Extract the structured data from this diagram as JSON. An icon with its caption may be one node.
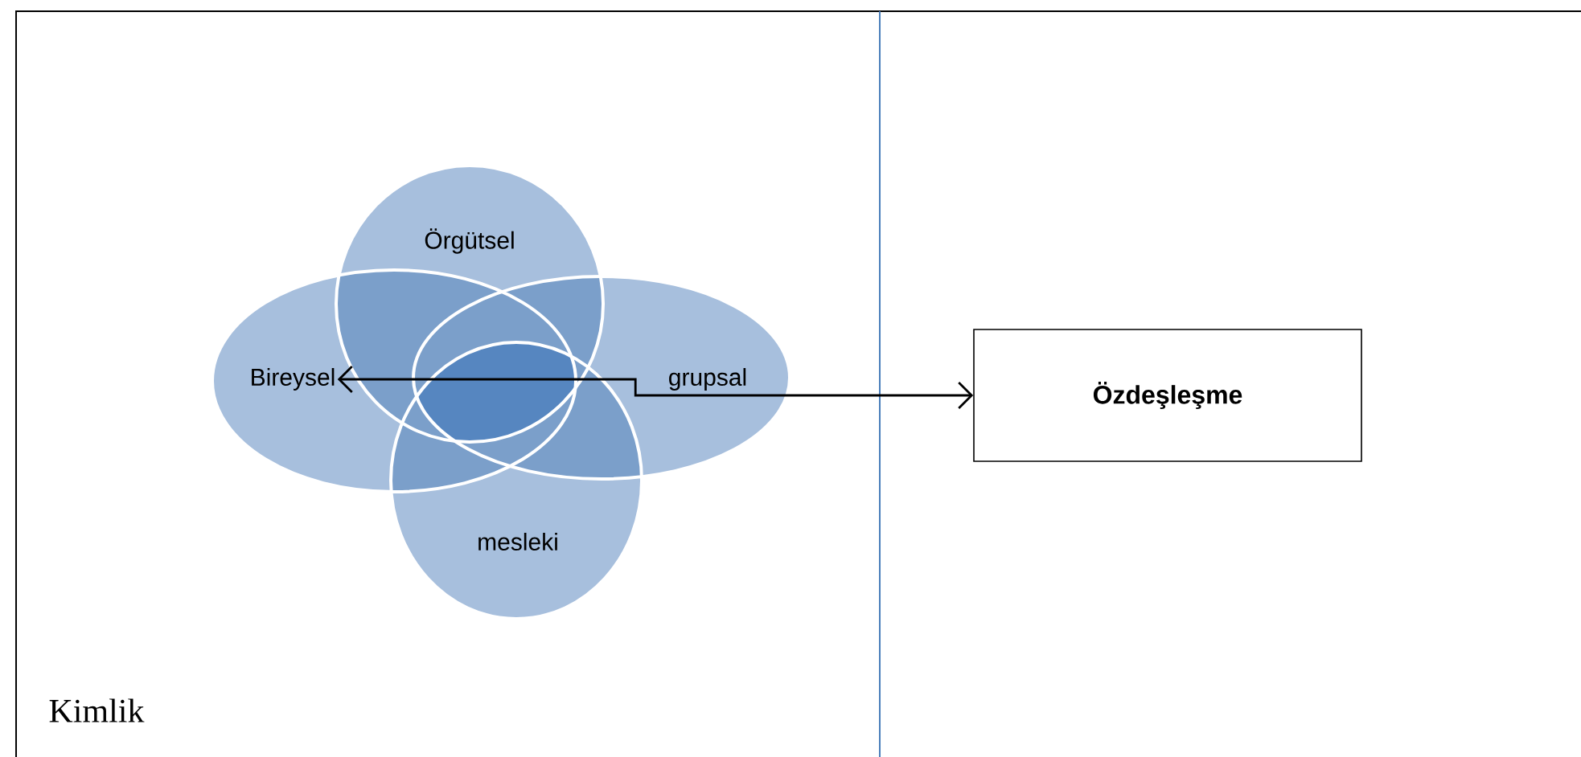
{
  "diagram": {
    "nodes": [
      {
        "text": [
          "Örgütsel"
        ]
      },
      {
        "text": [
          "Bireysel"
        ]
      },
      {
        "text": [
          "grupsal"
        ]
      },
      {
        "text": [
          "mesleki"
        ]
      },
      {
        "text": [
          "Özdeşleşme"
        ]
      }
    ],
    "edges": [
      {
        "from": 4,
        "to": 1,
        "arrow": "both"
      }
    ],
    "labels": [
      "Kimlik"
    ]
  }
}
